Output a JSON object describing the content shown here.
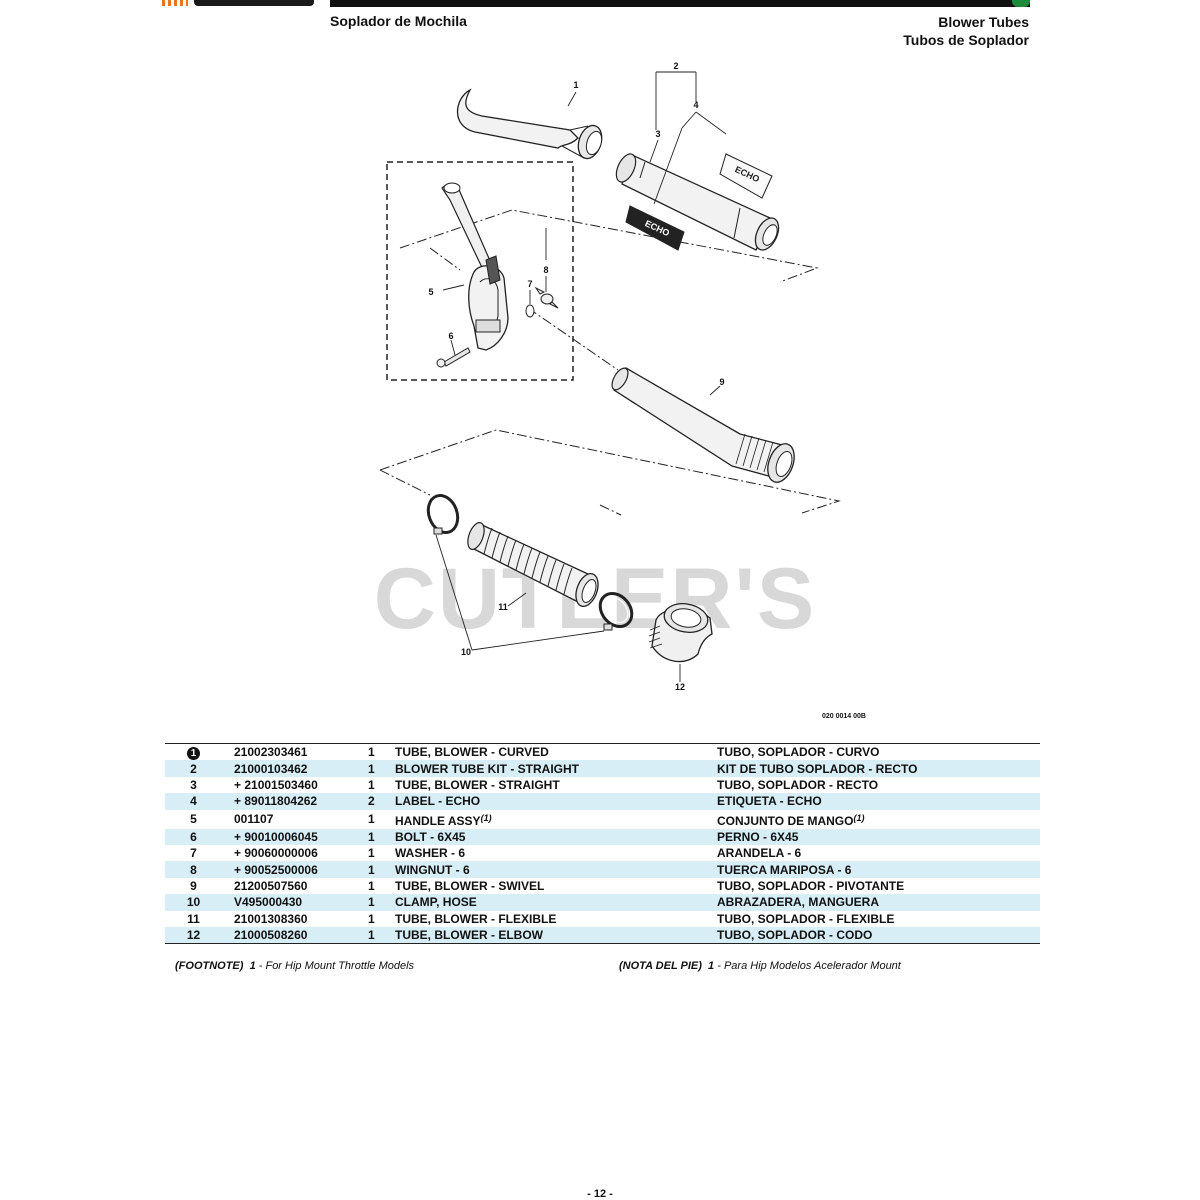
{
  "header": {
    "left_title": "Soplador de Mochila",
    "right_title_en": "Blower Tubes",
    "right_title_es": "Tubos de Soplador"
  },
  "diagram": {
    "callouts": [
      "1",
      "2",
      "3",
      "4",
      "5",
      "6",
      "7",
      "8",
      "9",
      "10",
      "11",
      "12"
    ],
    "watermark": "CUTLER'S",
    "code": "020 0014 00B",
    "label_text": "ECHO"
  },
  "parts": [
    {
      "ref": "1",
      "badge": true,
      "part": "21002303461",
      "qty": "1",
      "en": "TUBE, BLOWER - CURVED",
      "es": "TUBO, SOPLADOR - CURVO"
    },
    {
      "ref": "2",
      "part": "21000103462",
      "qty": "1",
      "en": "BLOWER TUBE KIT - STRAIGHT",
      "es": "KIT DE TUBO SOPLADOR - RECTO"
    },
    {
      "ref": "3",
      "part": "+ 21001503460",
      "qty": "1",
      "en": "TUBE, BLOWER - STRAIGHT",
      "es": "TUBO, SOPLADOR - RECTO"
    },
    {
      "ref": "4",
      "part": "+ 89011804262",
      "qty": "2",
      "en": "LABEL - ECHO",
      "es": "ETIQUETA - ECHO"
    },
    {
      "ref": "5",
      "part": "001107",
      "qty": "1",
      "en": "HANDLE ASSY",
      "en_sup": "(1)",
      "es": "CONJUNTO DE MANGO",
      "es_sup": "(1)"
    },
    {
      "ref": "6",
      "part": "+ 90010006045",
      "qty": "1",
      "en": "BOLT - 6X45",
      "es": "PERNO - 6X45"
    },
    {
      "ref": "7",
      "part": "+ 90060000006",
      "qty": "1",
      "en": "WASHER - 6",
      "es": "ARANDELA - 6"
    },
    {
      "ref": "8",
      "part": "+ 90052500006",
      "qty": "1",
      "en": "WINGNUT - 6",
      "es": "TUERCA MARIPOSA - 6"
    },
    {
      "ref": "9",
      "part": "21200507560",
      "qty": "1",
      "en": "TUBE, BLOWER - SWIVEL",
      "es": "TUBO, SOPLADOR - PIVOTANTE"
    },
    {
      "ref": "10",
      "part": "V495000430",
      "qty": "1",
      "en": "CLAMP, HOSE",
      "es": "ABRAZADERA, MANGUERA"
    },
    {
      "ref": "11",
      "part": "21001308360",
      "qty": "1",
      "en": "TUBE, BLOWER - FLEXIBLE",
      "es": "TUBO, SOPLADOR - FLEXIBLE"
    },
    {
      "ref": "12",
      "part": "21000508260",
      "qty": "1",
      "en": "TUBE, BLOWER - ELBOW",
      "es": "TUBO, SOPLADOR - CODO"
    }
  ],
  "footnote_en": {
    "label": "(FOOTNOTE)",
    "num": "1",
    "text": "- For Hip Mount Throttle Models"
  },
  "footnote_es": {
    "label": "(NOTA DEL PIE)",
    "num": "1",
    "text": "- Para Hip Modelos Acelerador Mount"
  },
  "page_number": "- 12 -",
  "colors": {
    "row_shade": "#d7eef7",
    "logo_orange": "#e8741c",
    "accent_green": "#1e8a3c"
  }
}
